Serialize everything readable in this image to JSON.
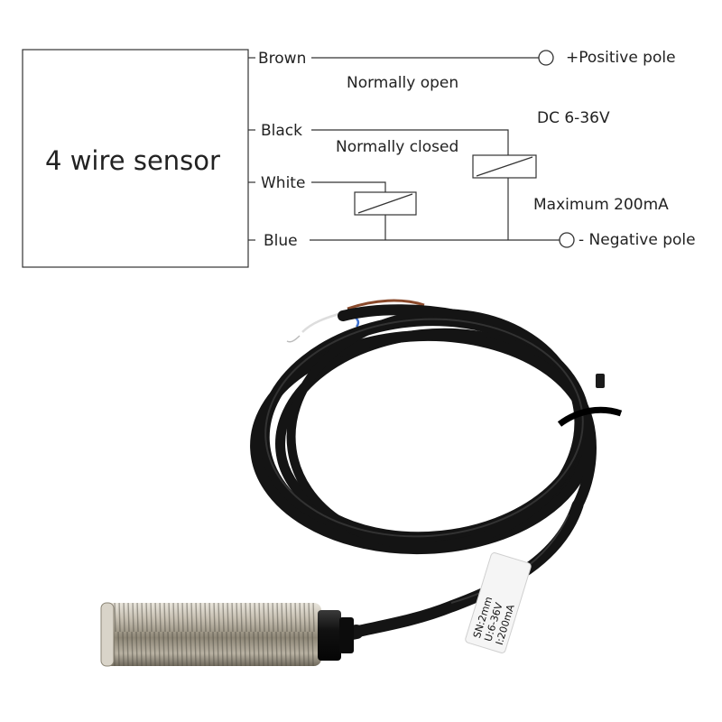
{
  "diagram": {
    "sensor_label": "4 wire sensor",
    "wires": {
      "brown": "Brown",
      "black": "Black",
      "white": "White",
      "blue": "Blue"
    },
    "terminals": {
      "positive": "+Positive pole",
      "negative": "- Negative pole"
    },
    "annotations": {
      "normally_open": "Normally open",
      "normally_closed": "Normally closed",
      "voltage": "DC 6-36V",
      "max_current": "Maximum 200mA"
    }
  },
  "product": {
    "tag_lines": [
      "SN:2mm",
      "U:6-36V",
      "I:200mA"
    ],
    "colors": {
      "cable": "#141414",
      "brown_wire": "#8a4a2c",
      "barrel": "#b8b2a6",
      "cap": "#0c0c0c"
    }
  }
}
